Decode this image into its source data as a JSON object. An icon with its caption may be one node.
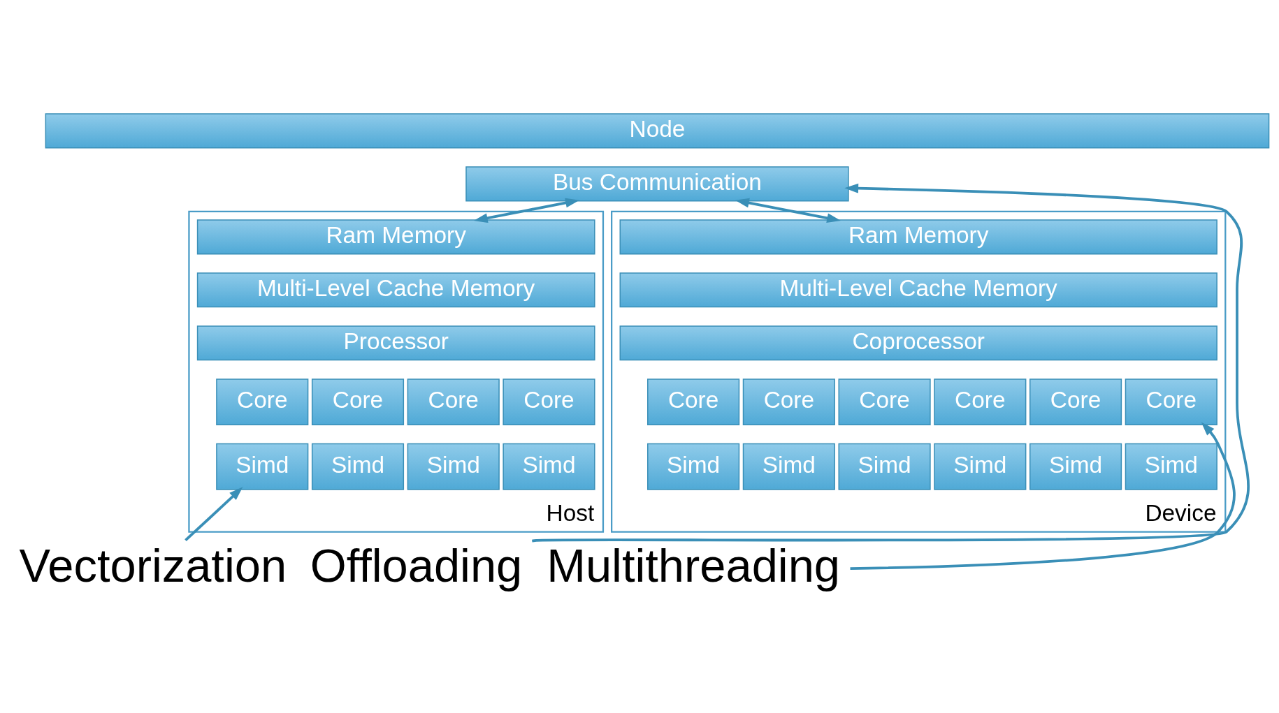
{
  "diagram": {
    "nodes": [
      {
        "text": [
          "Node"
        ]
      },
      {
        "text": [
          "Bus Communication"
        ]
      },
      {
        "text": [
          "Host"
        ]
      },
      {
        "text": [
          "Ram Memory"
        ],
        "in": 2
      },
      {
        "text": [
          "Multi-Level Cache Memory"
        ],
        "in": 2
      },
      {
        "text": [
          "Processor"
        ],
        "in": 2
      },
      {
        "text": [
          "Core"
        ],
        "in": 2
      },
      {
        "text": [
          "Core"
        ],
        "in": 2
      },
      {
        "text": [
          "Core"
        ],
        "in": 2
      },
      {
        "text": [
          "Core"
        ],
        "in": 2
      },
      {
        "text": [
          "Simd"
        ],
        "in": 2
      },
      {
        "text": [
          "Simd"
        ],
        "in": 2
      },
      {
        "text": [
          "Simd"
        ],
        "in": 2
      },
      {
        "text": [
          "Simd"
        ],
        "in": 2
      },
      {
        "text": [
          "Device"
        ]
      },
      {
        "text": [
          "Ram Memory"
        ],
        "in": 14
      },
      {
        "text": [
          "Multi-Level Cache Memory"
        ],
        "in": 14
      },
      {
        "text": [
          "Coprocessor"
        ],
        "in": 14
      },
      {
        "text": [
          "Core"
        ],
        "in": 14
      },
      {
        "text": [
          "Core"
        ],
        "in": 14
      },
      {
        "text": [
          "Core"
        ],
        "in": 14
      },
      {
        "text": [
          "Core"
        ],
        "in": 14
      },
      {
        "text": [
          "Core"
        ],
        "in": 14
      },
      {
        "text": [
          "Core"
        ],
        "in": 14
      },
      {
        "text": [
          "Simd"
        ],
        "in": 14
      },
      {
        "text": [
          "Simd"
        ],
        "in": 14
      },
      {
        "text": [
          "Simd"
        ],
        "in": 14
      },
      {
        "text": [
          "Simd"
        ],
        "in": 14
      },
      {
        "text": [
          "Simd"
        ],
        "in": 14
      },
      {
        "text": [
          "Simd"
        ],
        "in": 14
      },
      {
        "text": [
          "Vectorization"
        ]
      },
      {
        "text": [
          "Offloading"
        ]
      },
      {
        "text": [
          "Multithreading"
        ]
      }
    ],
    "edges": [
      {
        "from": 1,
        "to": 3,
        "arrow": "both"
      },
      {
        "from": 1,
        "to": 15,
        "arrow": "both"
      },
      {
        "from": 30,
        "to": 10,
        "arrow": "to"
      },
      {
        "from": 31,
        "to": 1,
        "arrow": "to"
      },
      {
        "from": 32,
        "to": 23,
        "arrow": "to"
      }
    ]
  }
}
